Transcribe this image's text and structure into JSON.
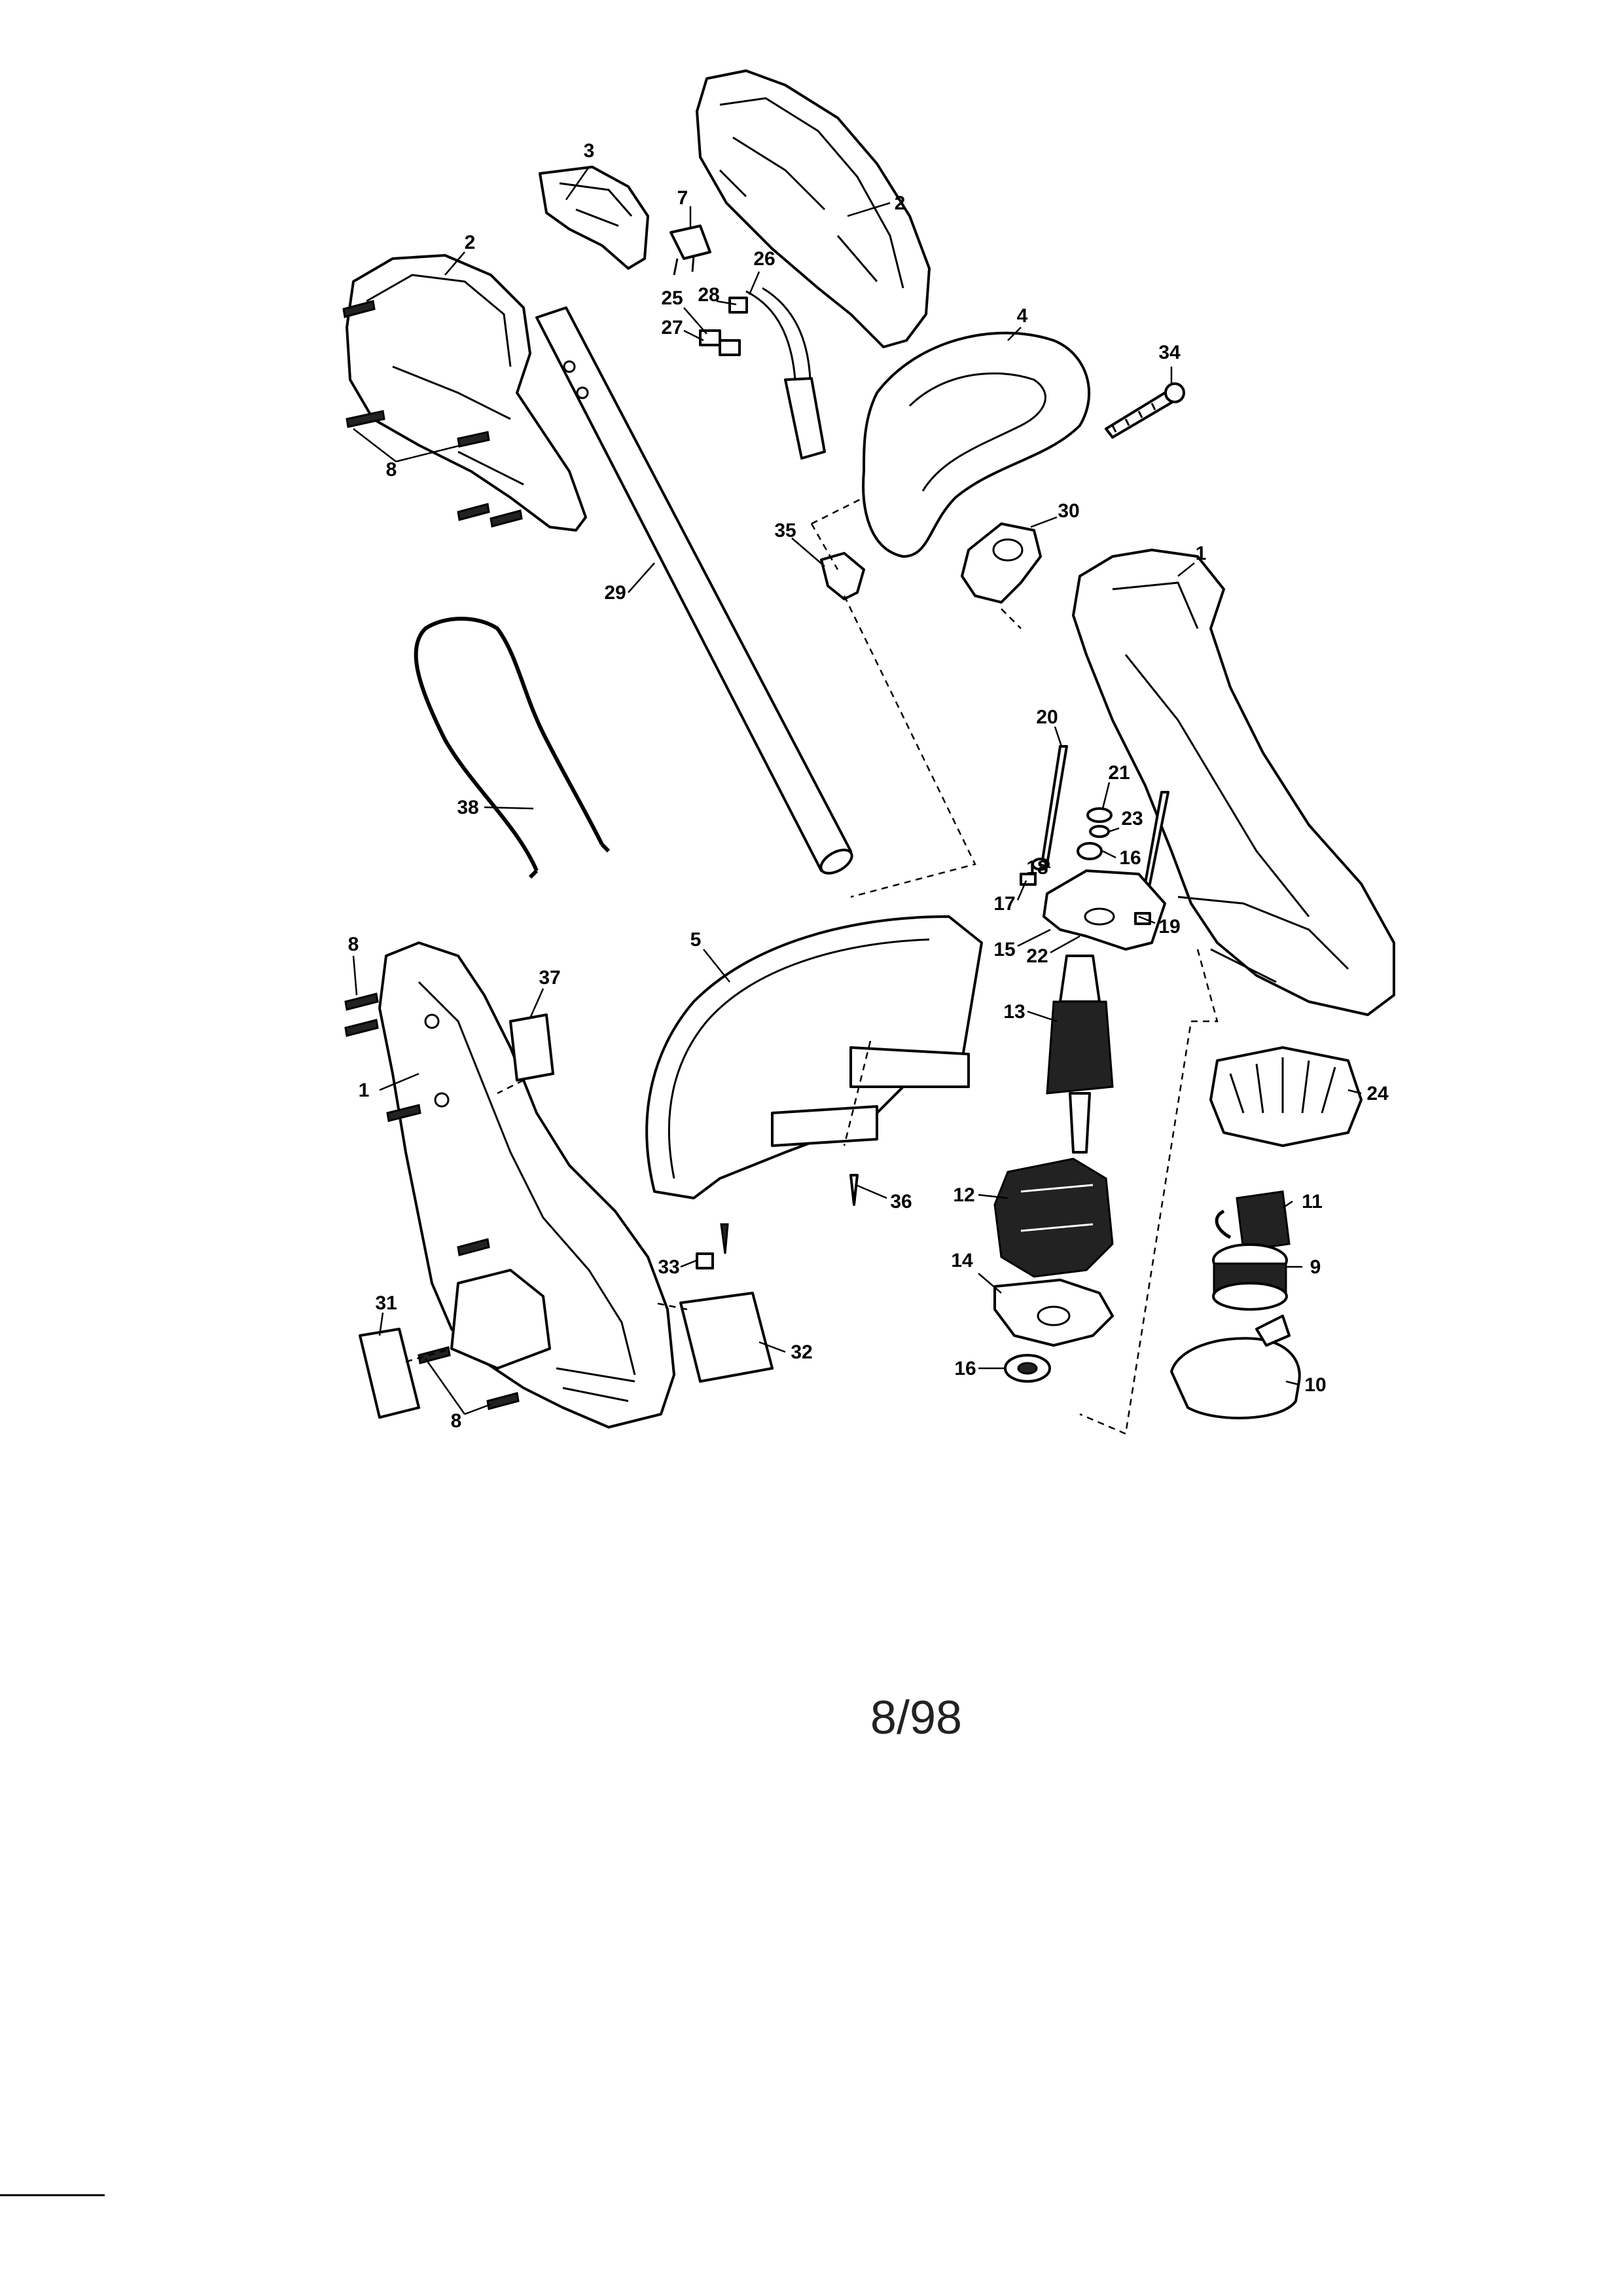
{
  "page_number": "8/98",
  "callouts": [
    {
      "id": "c3",
      "text": "3"
    },
    {
      "id": "c2a",
      "text": "2"
    },
    {
      "id": "c7",
      "text": "7"
    },
    {
      "id": "c2b",
      "text": "2"
    },
    {
      "id": "c26",
      "text": "26"
    },
    {
      "id": "c25",
      "text": "25"
    },
    {
      "id": "c28",
      "text": "28"
    },
    {
      "id": "c27",
      "text": "27"
    },
    {
      "id": "c4",
      "text": "4"
    },
    {
      "id": "c34",
      "text": "34"
    },
    {
      "id": "c8a",
      "text": "8"
    },
    {
      "id": "c30",
      "text": "30"
    },
    {
      "id": "c35",
      "text": "35"
    },
    {
      "id": "c1a",
      "text": "1"
    },
    {
      "id": "c29",
      "text": "29"
    },
    {
      "id": "c20",
      "text": "20"
    },
    {
      "id": "c21",
      "text": "21"
    },
    {
      "id": "c23",
      "text": "23"
    },
    {
      "id": "c38",
      "text": "38"
    },
    {
      "id": "c18",
      "text": "18"
    },
    {
      "id": "c16a",
      "text": "16"
    },
    {
      "id": "c17",
      "text": "17"
    },
    {
      "id": "c19",
      "text": "19"
    },
    {
      "id": "c15",
      "text": "15"
    },
    {
      "id": "c22",
      "text": "22"
    },
    {
      "id": "c8b",
      "text": "8"
    },
    {
      "id": "c37",
      "text": "37"
    },
    {
      "id": "c5",
      "text": "5"
    },
    {
      "id": "c13",
      "text": "13"
    },
    {
      "id": "c24",
      "text": "24"
    },
    {
      "id": "c1b",
      "text": "1"
    },
    {
      "id": "c11",
      "text": "11"
    },
    {
      "id": "c12",
      "text": "12"
    },
    {
      "id": "c36",
      "text": "36"
    },
    {
      "id": "c9",
      "text": "9"
    },
    {
      "id": "c33",
      "text": "33"
    },
    {
      "id": "c14",
      "text": "14"
    },
    {
      "id": "c31",
      "text": "31"
    },
    {
      "id": "c32",
      "text": "32"
    },
    {
      "id": "c16b",
      "text": "16"
    },
    {
      "id": "c10",
      "text": "10"
    },
    {
      "id": "c8c",
      "text": "8"
    }
  ]
}
